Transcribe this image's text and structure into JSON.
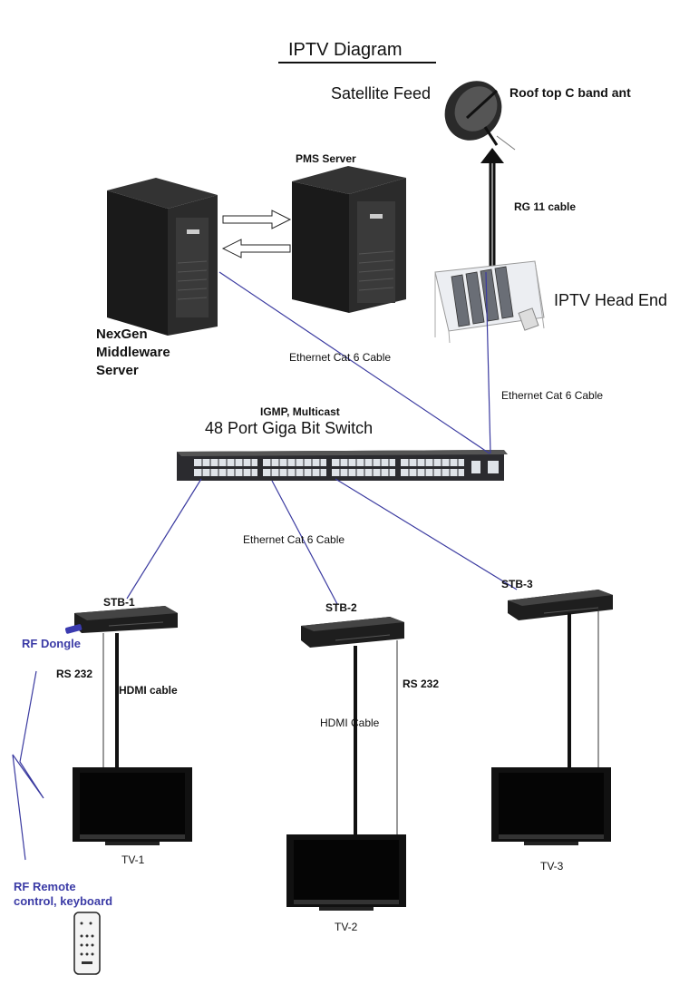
{
  "diagram": {
    "title": "IPTV Diagram",
    "labels": {
      "satellite_feed": "Satellite Feed",
      "roof_ant": "Roof top C band ant",
      "pms_server": "PMS Server",
      "rg11_cable": "RG 11 cable",
      "head_end": "IPTV Head End",
      "middleware_1": "NexGen",
      "middleware_2": "Middleware",
      "middleware_3": "Server",
      "eth_cable_left": "Ethernet Cat 6 Cable",
      "eth_cable_right": "Ethernet Cat 6 Cable",
      "igmp": "IGMP, Multicast",
      "switch": "48 Port Giga Bit Switch",
      "eth_cable_mid": "Ethernet Cat 6 Cable",
      "stb1": "STB-1",
      "stb2": "STB-2",
      "stb3": "STB-3",
      "rf_dongle": "RF Dongle",
      "rs232_left": "RS 232",
      "hdmi_left": "HDMI cable",
      "hdmi_mid": "HDMI Cable",
      "rs232_mid": "RS 232",
      "tv1": "TV-1",
      "tv2": "TV-2",
      "tv3": "TV-3",
      "rf_remote_1": "RF Remote",
      "rf_remote_2": "control, keyboard"
    },
    "colors": {
      "link_blue": "#3a3aa0",
      "device_dark": "#1b1b1b",
      "server_body": "#262626",
      "label_blue": "#3b3ba6"
    }
  }
}
